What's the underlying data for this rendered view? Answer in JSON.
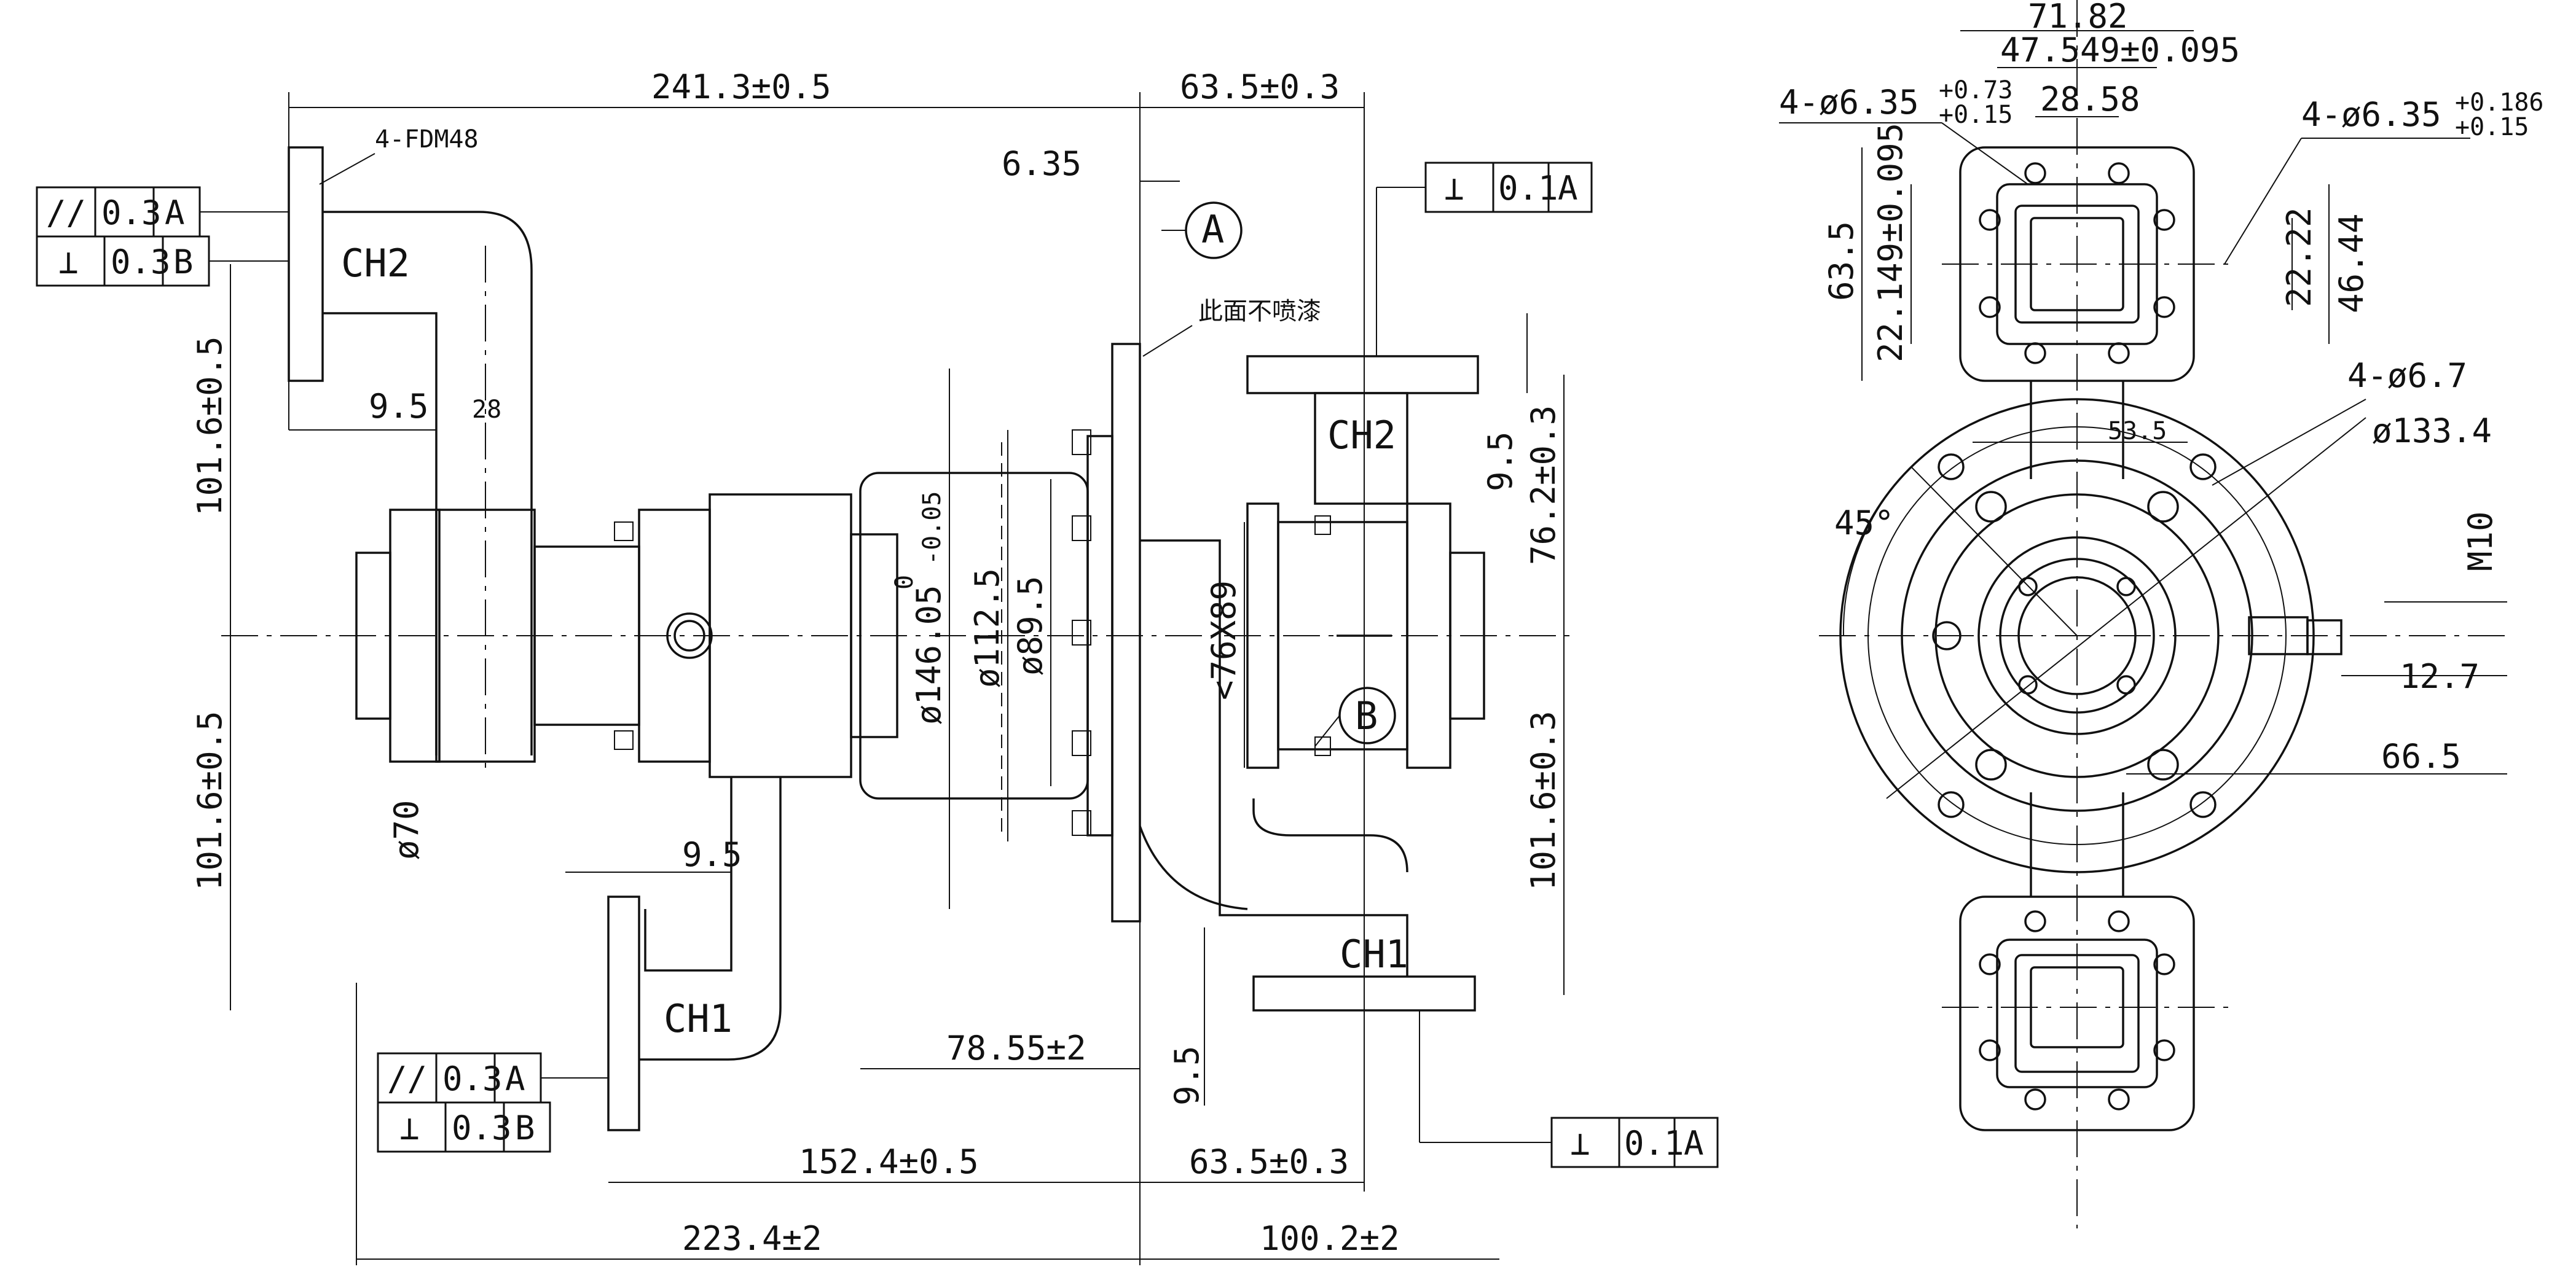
{
  "title": "",
  "dimensions": {
    "top_241": "241.3±0.5",
    "top_63_5": "63.5±0.3",
    "fdm48": "4-FDM48",
    "d6_35": "6.35",
    "note_no_paint": "此面不喷漆",
    "ch2_left": "CH2",
    "ch2_right": "CH2",
    "ch1_left": "CH1",
    "ch1_right": "CH1",
    "d9_5_a": "9.5",
    "d28": "28",
    "d101_left_top": "101.6±0.5",
    "d101_left_bot": "101.6±0.5",
    "d101_right_bot": "101.6±0.3",
    "d76_2": "76.2±0.3",
    "d9_5_right": "9.5",
    "phi146": "ø146.05",
    "phi146_tol_up": "0",
    "phi146_tol_lo": "-0.05",
    "phi112": "ø112.5",
    "phi89": "ø89.5",
    "box76x89": "<76X89",
    "phi70": "ø70",
    "d9_5_b": "9.5",
    "d78_55": "78.55±2",
    "d9_5_c": "9.5",
    "d152_4": "152.4±0.5",
    "d63_5_bot": "63.5±0.3",
    "d223_4": "223.4±2",
    "d100_2": "100.2±2",
    "datum_a": "A",
    "datum_b": "B"
  },
  "tolerance_frames": {
    "tl_row1": [
      "//",
      "0.3",
      "A"
    ],
    "tl_row2": [
      "⊥",
      "0.3",
      "B"
    ],
    "tr": [
      "⊥",
      "0.1",
      "A"
    ],
    "bl_row1": [
      "//",
      "0.3",
      "A"
    ],
    "bl_row2": [
      "⊥",
      "0.3",
      "B"
    ],
    "br": [
      "⊥",
      "0.1",
      "A"
    ]
  },
  "side_view": {
    "d71_82": "71.82",
    "d47_549": "47.549±0.095",
    "d28_58": "28.58",
    "holes_left": "4-ø6.35",
    "holes_left_tol_up": "+0.73",
    "holes_left_tol_lo": "+0.15",
    "holes_right": "4-ø6.35",
    "holes_right_tol_up": "+0.186",
    "holes_right_tol_lo": "+0.15",
    "d63_5": "63.5",
    "d22_149": "22.149±0.095",
    "d22_22": "22.22",
    "d46_44": "46.44",
    "holes_6_7": "4-ø6.7",
    "phi133_4": "ø133.4",
    "d53_5": "53.5",
    "angle45": "45°",
    "m10": "M10",
    "d12_7": "12.7",
    "d66_5": "66.5"
  }
}
